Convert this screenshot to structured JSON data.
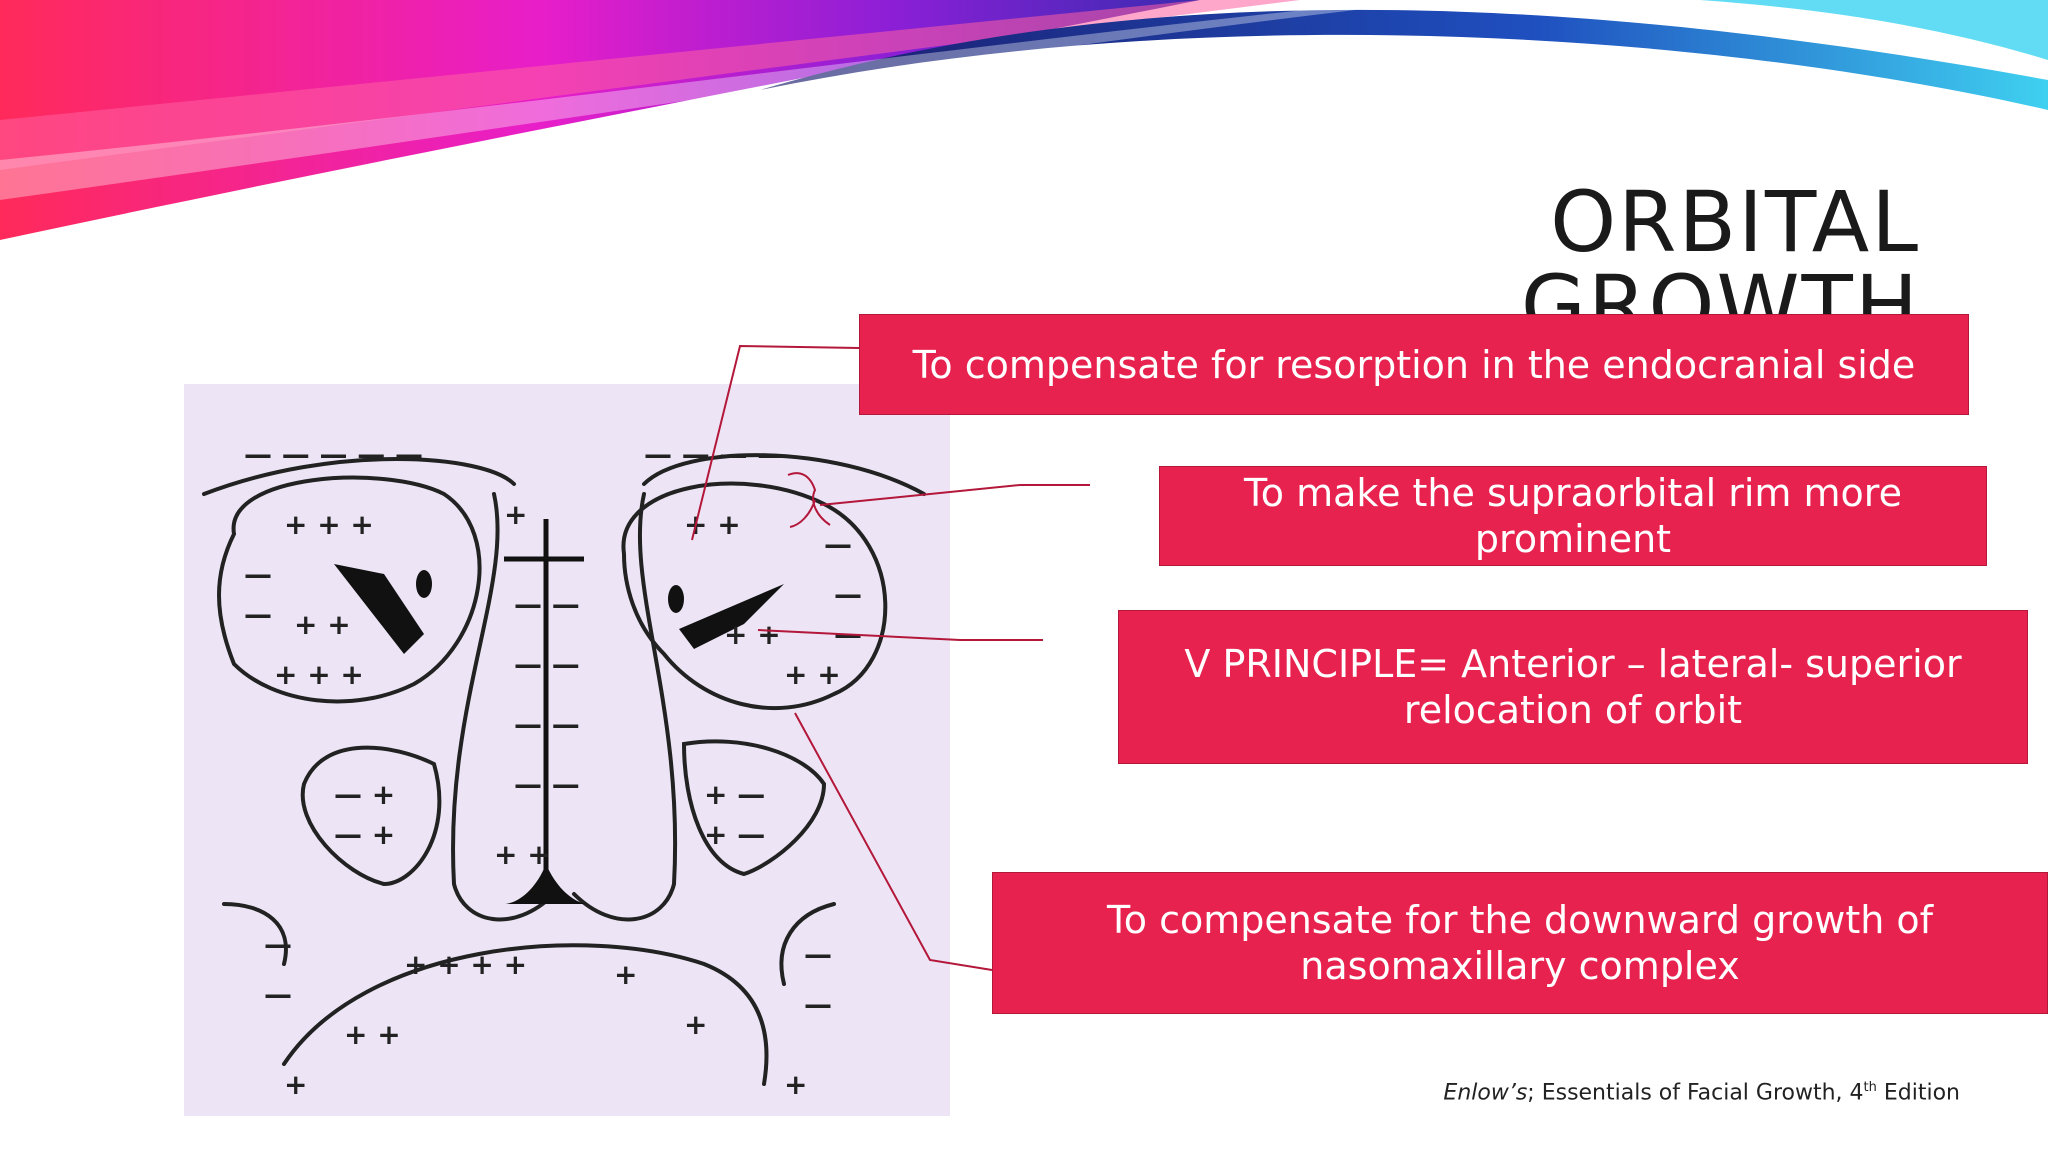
{
  "slide": {
    "title": "ORBITAL GROWTH",
    "callouts": [
      {
        "text": "To compensate for resorption in the endocranial side"
      },
      {
        "text": "To make the supraorbital rim more prominent"
      },
      {
        "text": "V PRINCIPLE= Anterior – lateral- superior relocation of orbit"
      },
      {
        "text": "To compensate for the downward growth of nasomaxillary complex"
      }
    ],
    "citation": {
      "italic": "Enlow’s",
      "rest": "; Essentials of Facial Growth, 4",
      "sup": "th",
      "tail": " Edition"
    }
  },
  "colors": {
    "callout_bg": "#e8224f",
    "callout_text": "#ffffff",
    "leader_line": "#b3173a",
    "figure_bg": "#ede5f5"
  }
}
